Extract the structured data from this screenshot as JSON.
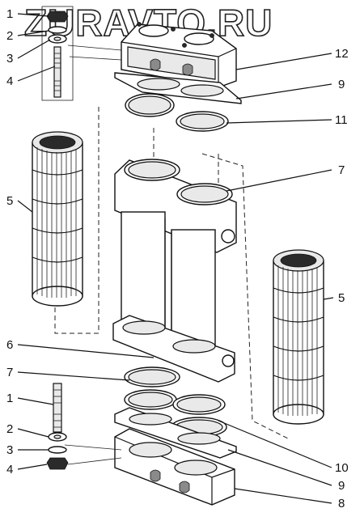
{
  "watermark": "ZURAVTO.RU",
  "callouts": {
    "top_1": "1",
    "top_2": "2",
    "top_3": "3",
    "top_4": "4",
    "right_12": "12",
    "right_9_top": "9",
    "right_11": "11",
    "right_7_top": "7",
    "left_5": "5",
    "right_5": "5",
    "left_6": "6",
    "left_7": "7",
    "bot_1": "1",
    "bot_2": "2",
    "bot_3": "3",
    "bot_4": "4",
    "right_10": "10",
    "right_9_bot": "9",
    "right_8": "8"
  }
}
